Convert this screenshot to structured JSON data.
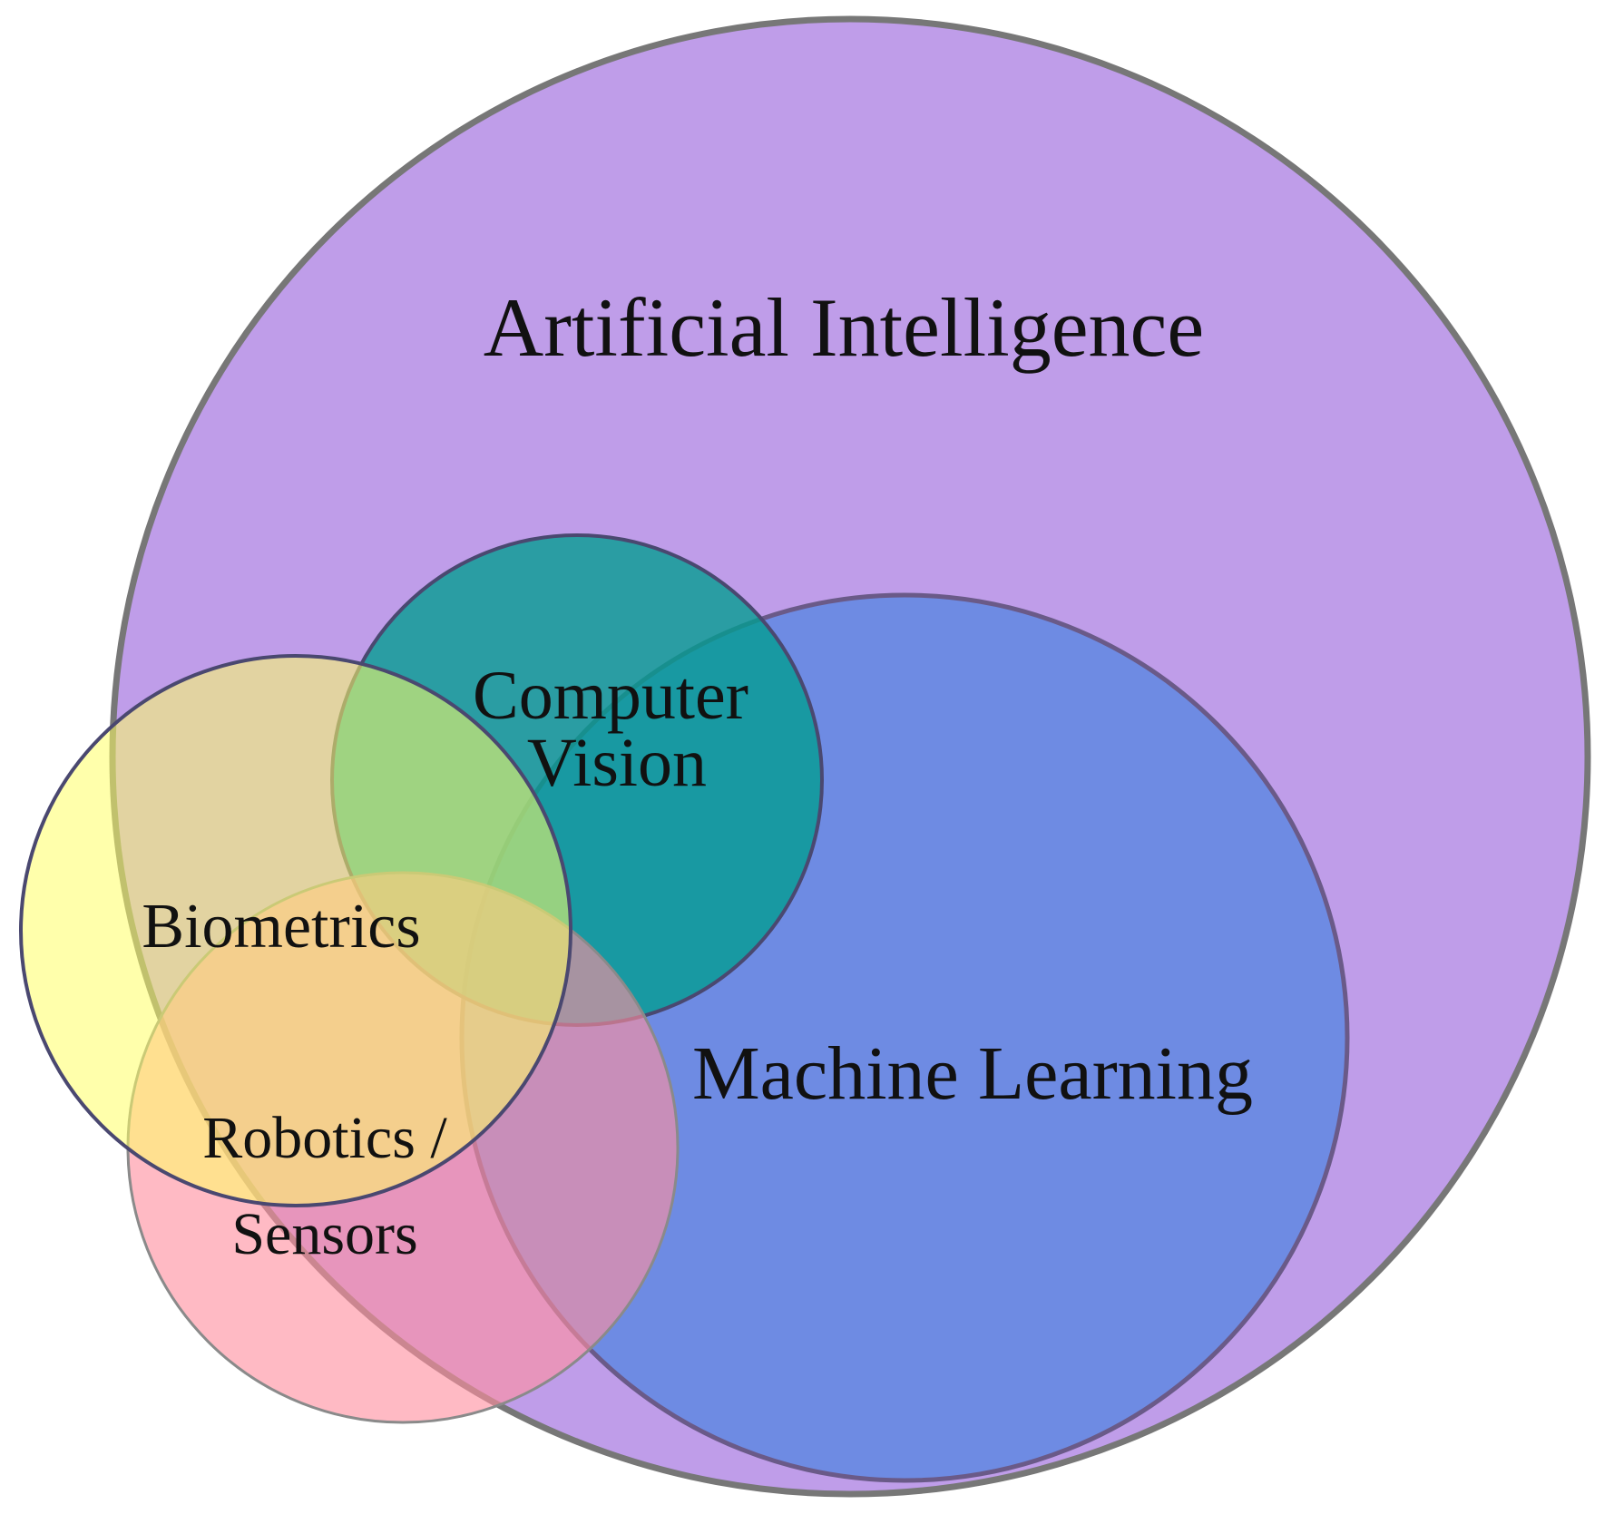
{
  "diagram": {
    "sets": [
      {
        "id": "ai",
        "label": "Artificial Intelligence",
        "color": "#bf9de9"
      },
      {
        "id": "ml",
        "label": "Machine Learning",
        "color": "#6a8ae2"
      },
      {
        "id": "cv",
        "label_line1": "Computer",
        "label_line2": "Vision",
        "color": "#009e8f"
      },
      {
        "id": "bio",
        "label": "Biometrics",
        "color": "#ffff66"
      },
      {
        "id": "rob",
        "label_line1": "Robotics /",
        "label_line2": "Sensors",
        "color": "#ff8fa0"
      }
    ],
    "outline_color": "#777777"
  }
}
